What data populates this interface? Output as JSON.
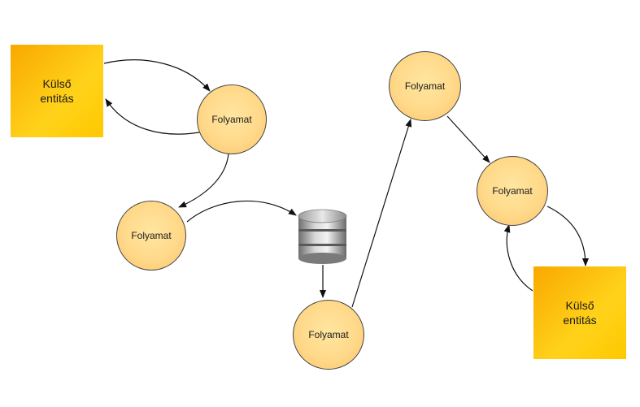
{
  "diagram": {
    "external_entity_label": "Külső\nentitás",
    "process_label": "Folyamat",
    "nodes": [
      {
        "id": "entity-1",
        "kind": "external-entity",
        "label": "Külső\nentitás"
      },
      {
        "id": "process-1",
        "kind": "process",
        "label": "Folyamat"
      },
      {
        "id": "process-2",
        "kind": "process",
        "label": "Folyamat"
      },
      {
        "id": "datastore-1",
        "kind": "data-store",
        "label": ""
      },
      {
        "id": "process-3",
        "kind": "process",
        "label": "Folyamat"
      },
      {
        "id": "process-4",
        "kind": "process",
        "label": "Folyamat"
      },
      {
        "id": "process-5",
        "kind": "process",
        "label": "Folyamat"
      },
      {
        "id": "entity-2",
        "kind": "external-entity",
        "label": "Külső\nentitás"
      }
    ],
    "edges": [
      {
        "from": "entity-1",
        "to": "process-1"
      },
      {
        "from": "process-1",
        "to": "entity-1"
      },
      {
        "from": "process-1",
        "to": "process-2"
      },
      {
        "from": "process-2",
        "to": "datastore-1"
      },
      {
        "from": "datastore-1",
        "to": "process-3"
      },
      {
        "from": "process-3",
        "to": "process-4"
      },
      {
        "from": "process-4",
        "to": "process-5"
      },
      {
        "from": "process-5",
        "to": "entity-2"
      },
      {
        "from": "entity-2",
        "to": "process-5"
      }
    ]
  }
}
